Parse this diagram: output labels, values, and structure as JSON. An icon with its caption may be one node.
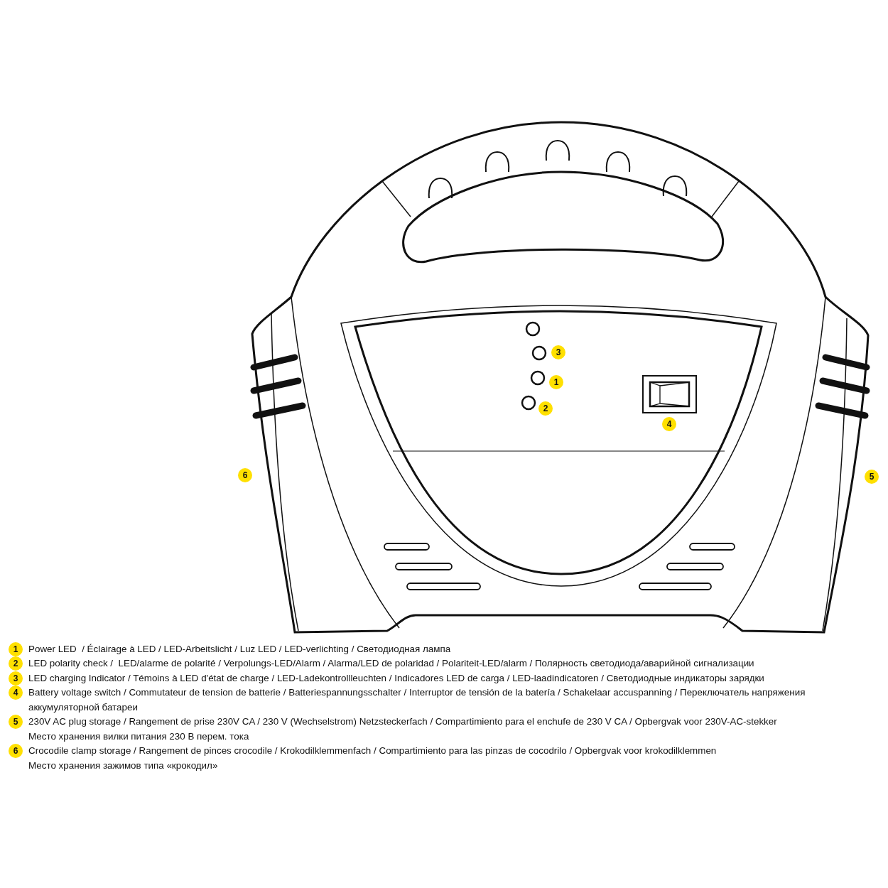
{
  "diagram": {
    "labels": [
      "3",
      "1",
      "2",
      "4",
      "6",
      "5",
      "1",
      "Power LED  / Éclairage à LED / LED-Arbeitslicht / Luz LED / LED-verlichting / Светодиодная лампа",
      "2",
      "LED polarity check /  LED/alarme de polarité / Verpolungs-LED/Alarm / Alarma/LED de polaridad / Polariteit-LED/alarm / Полярность светодиода/аварийной сигнализации",
      "3",
      "LED charging Indicator / Témoins à LED d'état de charge / LED-Ladekontrollleuchten / Indicadores LED de carga / LED-laadindicatoren / Светодиодные индикаторы зарядки",
      "4",
      "Battery voltage switch / Commutateur de tension de batterie / Batteriespannungsschalter / Interruptor de tensión de la batería / Schakelaar accuspanning / Переключатель напряжения аккумуляторной батареи",
      "5",
      "230V AC plug storage / Rangement de prise 230V CA / 230 V (Wechselstrom) Netzsteckerfach / Compartimiento para el enchufe de 230 V CA / Opbergvak voor 230V-AC-stekker",
      "Место хранения вилки питания 230 В перем. тока",
      "6",
      "Crocodile clamp storage / Rangement de pinces crocodile / Krokodilklemmenfach / Compartimiento para las pinzas de cocodrilo / Opbergvak voor krokodilklemmen",
      "Место хранения зажимов типа «крокодил»"
    ]
  }
}
